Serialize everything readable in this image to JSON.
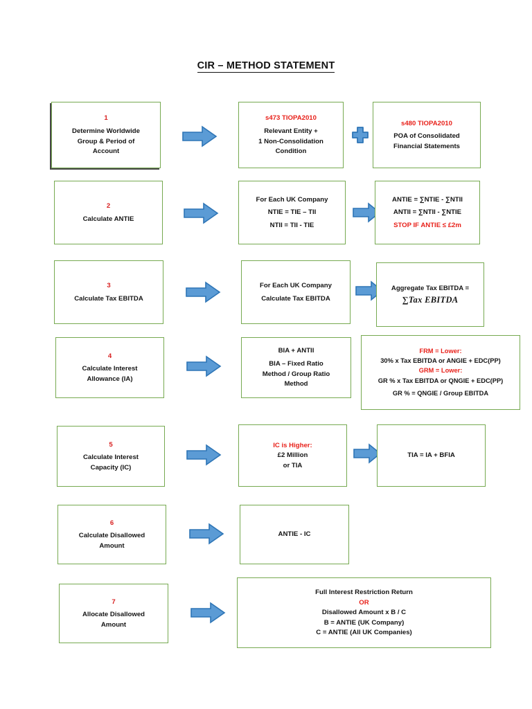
{
  "document": {
    "title": "CIR – METHOD STATEMENT"
  },
  "colors": {
    "box_border": "#76a950",
    "red_text": "#e8211a",
    "step_number": "#d81f1f",
    "arrow_fill": "#5b9bd5",
    "arrow_stroke": "#2e75b6",
    "text": "#141414",
    "background": "#ffffff"
  },
  "icons": {
    "arrow": "right-block-arrow-icon",
    "plus": "plus-sign-icon"
  },
  "steps": [
    {
      "number": "1",
      "action_lines": [
        "Determine Worldwide",
        "Group & Period of",
        "Account"
      ],
      "detail": {
        "heading": "s473 TIOPA2010",
        "lines": [
          "Relevant Entity +",
          "1 Non-Consolidation",
          "Condition"
        ]
      },
      "detail2": {
        "heading": "s480 TIOPA2010",
        "lines": [
          "POA of Consolidated",
          "Financial Statements"
        ]
      },
      "connector": "plus"
    },
    {
      "number": "2",
      "action_lines": [
        "Calculate ANTIE"
      ],
      "detail": {
        "lines": [
          "For Each UK Company",
          "NTIE = TIE – TII",
          "NTII = TII - TIE"
        ]
      },
      "result": {
        "lines": [
          "ANTIE = ∑NTIE - ∑NTII",
          "ANTII = ∑NTII - ∑NTIE"
        ],
        "red_line": "STOP IF ANTIE ≤ £2m"
      },
      "connector": "arrow"
    },
    {
      "number": "3",
      "action_lines": [
        "Calculate Tax EBITDA"
      ],
      "detail": {
        "lines": [
          "For Each UK Company",
          "Calculate Tax EBITDA"
        ]
      },
      "result": {
        "lines": [
          "Aggregate Tax EBITDA ="
        ],
        "math_line": "∑Tax EBITDA"
      },
      "connector": "arrow"
    },
    {
      "number": "4",
      "action_lines": [
        "Calculate Interest",
        "Allowance (IA)"
      ],
      "detail": {
        "lines": [
          "BIA + ANTII",
          "BIA – Fixed Ratio",
          "Method / Group Ratio",
          "Method"
        ]
      },
      "result": {
        "red_heading_1": "FRM = Lower:",
        "line_1": "30% x Tax EBITDA  or ANGIE + EDC(PP)",
        "red_heading_2": "GRM = Lower:",
        "line_2": "GR % x Tax EBITDA or QNGIE + EDC(PP)",
        "line_3": "GR % = QNGIE / Group EBITDA"
      },
      "connector": "none"
    },
    {
      "number": "5",
      "action_lines": [
        "Calculate Interest",
        "Capacity (IC)"
      ],
      "detail": {
        "red_heading": "IC is Higher:",
        "lines": [
          "£2 Million",
          "or TIA"
        ]
      },
      "result": {
        "lines": [
          "TIA = IA + BFIA"
        ]
      },
      "connector": "arrow"
    },
    {
      "number": "6",
      "action_lines": [
        "Calculate Disallowed",
        "Amount"
      ],
      "detail": {
        "lines": [
          "ANTIE - IC"
        ]
      },
      "connector": "none"
    },
    {
      "number": "7",
      "action_lines": [
        "Allocate Disallowed",
        "Amount"
      ],
      "detail": {
        "lines": [
          "Full Interest Restriction Return"
        ],
        "red_line": "OR",
        "lines_after": [
          "Disallowed Amount x B / C",
          "B = ANTIE (UK Company)",
          "C = ANTIE (All UK Companies)"
        ]
      },
      "connector": "none"
    }
  ]
}
